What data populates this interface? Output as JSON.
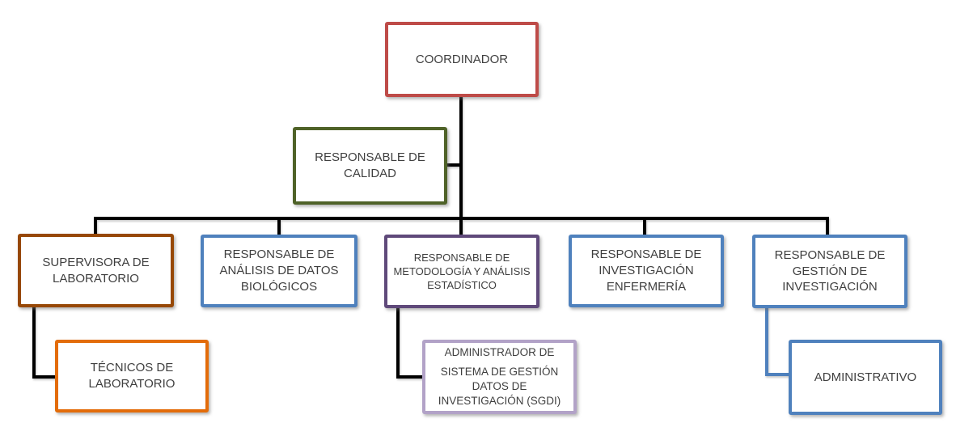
{
  "diagram": {
    "type": "org-chart",
    "background_color": "#FFFFFF",
    "text_color": "#3F3F3F",
    "nodes": {
      "coordinador": {
        "label": "COORDINADOR",
        "border_color": "#BE4B48"
      },
      "calidad": {
        "label": "RESPONSABLE DE CALIDAD",
        "border_color": "#4F6228"
      },
      "supervisora": {
        "label": "SUPERVISORA DE LABORATORIO",
        "border_color": "#974806"
      },
      "analisis_datos": {
        "label": "RESPONSABLE DE ANÁLISIS DE DATOS BIOLÓGICOS",
        "border_color": "#4F81BD"
      },
      "metodologia": {
        "label": "RESPONSABLE DE METODOLOGÍA Y ANÁLISIS ESTADÍSTICO",
        "border_color": "#5F497A"
      },
      "enfermeria": {
        "label": "RESPONSABLE DE INVESTIGACIÓN ENFERMERÍA",
        "border_color": "#4F81BD"
      },
      "gestion": {
        "label": "RESPONSABLE DE GESTIÓN DE INVESTIGACIÓN",
        "border_color": "#4F81BD"
      },
      "tecnicos": {
        "label": "TÉCNICOS DE LABORATORIO",
        "border_color": "#E36C0A"
      },
      "sgdi": {
        "label_line1": "ADMINISTRADOR DE",
        "label_line2": "SISTEMA DE GESTIÓN DATOS DE INVESTIGACIÓN (SGDI)",
        "border_color": "#B2A2C7"
      },
      "administrativo": {
        "label": "ADMINISTRATIVO",
        "border_color": "#4F81BD"
      }
    },
    "connectors": {
      "default_color": "#000000",
      "gestion_branch_color": "#4F81BD"
    },
    "edges": [
      {
        "from": "COORDINADOR",
        "to": "RESPONSABLE DE CALIDAD"
      },
      {
        "from": "COORDINADOR",
        "to": "SUPERVISORA DE LABORATORIO"
      },
      {
        "from": "COORDINADOR",
        "to": "RESPONSABLE DE ANÁLISIS DE DATOS BIOLÓGICOS"
      },
      {
        "from": "COORDINADOR",
        "to": "RESPONSABLE DE METODOLOGÍA Y ANÁLISIS ESTADÍSTICO"
      },
      {
        "from": "COORDINADOR",
        "to": "RESPONSABLE DE INVESTIGACIÓN ENFERMERÍA"
      },
      {
        "from": "COORDINADOR",
        "to": "RESPONSABLE DE GESTIÓN DE INVESTIGACIÓN"
      },
      {
        "from": "SUPERVISORA DE LABORATORIO",
        "to": "TÉCNICOS DE LABORATORIO"
      },
      {
        "from": "RESPONSABLE DE METODOLOGÍA Y ANÁLISIS ESTADÍSTICO",
        "to": "ADMINISTRADOR DE SISTEMA DE GESTIÓN DATOS DE INVESTIGACIÓN (SGDI)"
      },
      {
        "from": "RESPONSABLE DE GESTIÓN DE INVESTIGACIÓN",
        "to": "ADMINISTRATIVO"
      }
    ]
  }
}
